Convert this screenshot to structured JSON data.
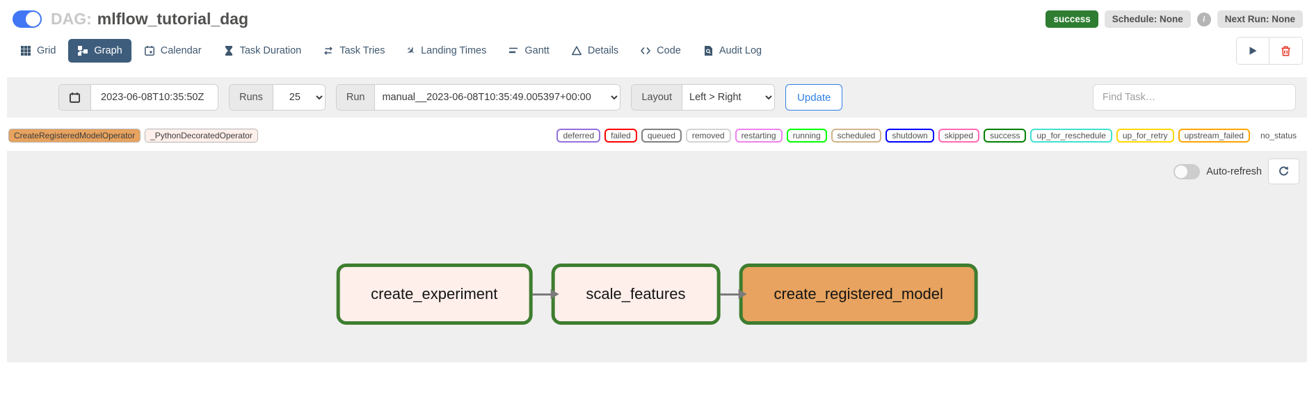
{
  "header": {
    "dag_label": "DAG:",
    "dag_title": "mlflow_tutorial_dag",
    "run_state_badge": "success",
    "schedule_badge": "Schedule: None",
    "next_run_badge": "Next Run: None",
    "info_icon_glyph": "i"
  },
  "tabs": [
    {
      "label": "Grid",
      "active": false
    },
    {
      "label": "Graph",
      "active": true
    },
    {
      "label": "Calendar",
      "active": false
    },
    {
      "label": "Task Duration",
      "active": false
    },
    {
      "label": "Task Tries",
      "active": false
    },
    {
      "label": "Landing Times",
      "active": false
    },
    {
      "label": "Gantt",
      "active": false
    },
    {
      "label": "Details",
      "active": false
    },
    {
      "label": "Code",
      "active": false
    },
    {
      "label": "Audit Log",
      "active": false
    }
  ],
  "filter": {
    "date_value": "2023-06-08T10:35:50Z",
    "runs_label": "Runs",
    "runs_value": "25",
    "run_label": "Run",
    "run_value": "manual__2023-06-08T10:35:49.005397+00:00",
    "layout_label": "Layout",
    "layout_value": "Left > Right",
    "update_label": "Update",
    "find_task_placeholder": "Find Task…"
  },
  "legend": {
    "operators": [
      {
        "label": "CreateRegisteredModelOperator",
        "color": "#e7a35f"
      },
      {
        "label": "_PythonDecoratedOperator",
        "color": "#ffefeb"
      }
    ],
    "states": [
      {
        "label": "deferred",
        "color": "mediumpurple"
      },
      {
        "label": "failed",
        "color": "red"
      },
      {
        "label": "queued",
        "color": "gray"
      },
      {
        "label": "removed",
        "color": "lightgrey"
      },
      {
        "label": "restarting",
        "color": "violet"
      },
      {
        "label": "running",
        "color": "lime"
      },
      {
        "label": "scheduled",
        "color": "tan"
      },
      {
        "label": "shutdown",
        "color": "blue"
      },
      {
        "label": "skipped",
        "color": "hotpink"
      },
      {
        "label": "success",
        "color": "green"
      },
      {
        "label": "up_for_reschedule",
        "color": "turquoise"
      },
      {
        "label": "up_for_retry",
        "color": "gold"
      },
      {
        "label": "upstream_failed",
        "color": "orange"
      },
      {
        "label": "no_status",
        "color": "transparent"
      }
    ]
  },
  "graph": {
    "auto_refresh_label": "Auto-refresh",
    "nodes": [
      {
        "label": "create_experiment",
        "fill": "#ffefeb",
        "border": "#3d7d2f"
      },
      {
        "label": "scale_features",
        "fill": "#ffefeb",
        "border": "#3d7d2f"
      },
      {
        "label": "create_registered_model",
        "fill": "#e7a35f",
        "border": "#3d7d2f"
      }
    ]
  },
  "colors": {
    "success_green": "#2e7d32",
    "active_tab": "#3e5d7c",
    "accent_blue": "#2f7fe8",
    "danger_red": "#e53e30",
    "toggle_blue": "#4177f5"
  }
}
